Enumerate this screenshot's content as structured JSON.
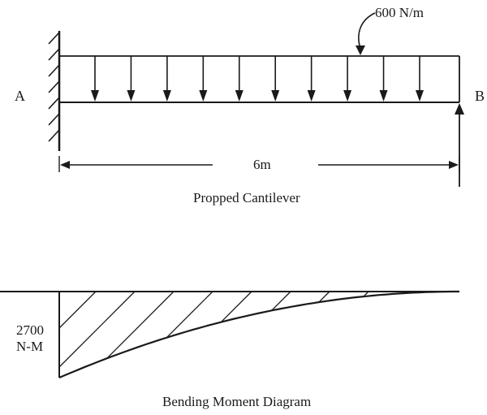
{
  "diagram": {
    "load_label": "600 N/m",
    "support_a_label": "A",
    "support_b_label": "B",
    "span_label": "6m",
    "title_top": "Propped Cantilever",
    "moment_value": "2700",
    "moment_unit": "N-M",
    "title_bottom": "Bending Moment Diagram",
    "udl_arrow_count": 10,
    "ink_color": "#1a1a1a"
  }
}
